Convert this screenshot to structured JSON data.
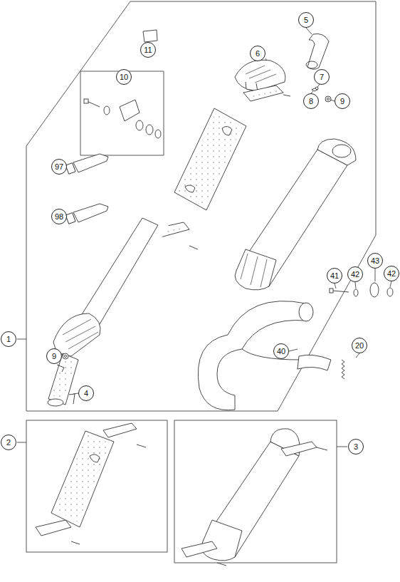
{
  "diagram": {
    "nodes": [
      {
        "text": [
          "5"
        ]
      },
      {
        "text": [
          "11"
        ]
      },
      {
        "text": [
          "6"
        ]
      },
      {
        "text": [
          "10"
        ]
      },
      {
        "text": [
          "7"
        ]
      },
      {
        "text": [
          "8"
        ]
      },
      {
        "text": [
          "9"
        ]
      },
      {
        "text": [
          "97"
        ]
      },
      {
        "text": [
          "98"
        ]
      },
      {
        "text": [
          "43"
        ]
      },
      {
        "text": [
          "41"
        ]
      },
      {
        "text": [
          "42"
        ]
      },
      {
        "text": [
          "42"
        ]
      },
      {
        "text": [
          "1"
        ]
      },
      {
        "text": [
          "20"
        ]
      },
      {
        "text": [
          "40"
        ]
      },
      {
        "text": [
          "9"
        ]
      },
      {
        "text": [
          "4"
        ]
      },
      {
        "text": [
          "2"
        ]
      },
      {
        "text": [
          "3"
        ]
      }
    ]
  }
}
